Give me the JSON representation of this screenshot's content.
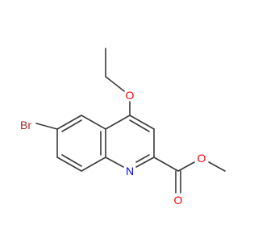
{
  "molecule": {
    "atoms": [
      {
        "id": "Br",
        "label": "Br",
        "color": "#a52a2a"
      },
      {
        "id": "O_ether",
        "label": "O",
        "color": "#ff0000"
      },
      {
        "id": "N",
        "label": "N",
        "color": "#0000ff"
      },
      {
        "id": "O_carbonyl",
        "label": "O",
        "color": "#ff0000"
      },
      {
        "id": "O_ester",
        "label": "O",
        "color": "#ff0000"
      }
    ],
    "bond_color": "#3a3a3a"
  }
}
